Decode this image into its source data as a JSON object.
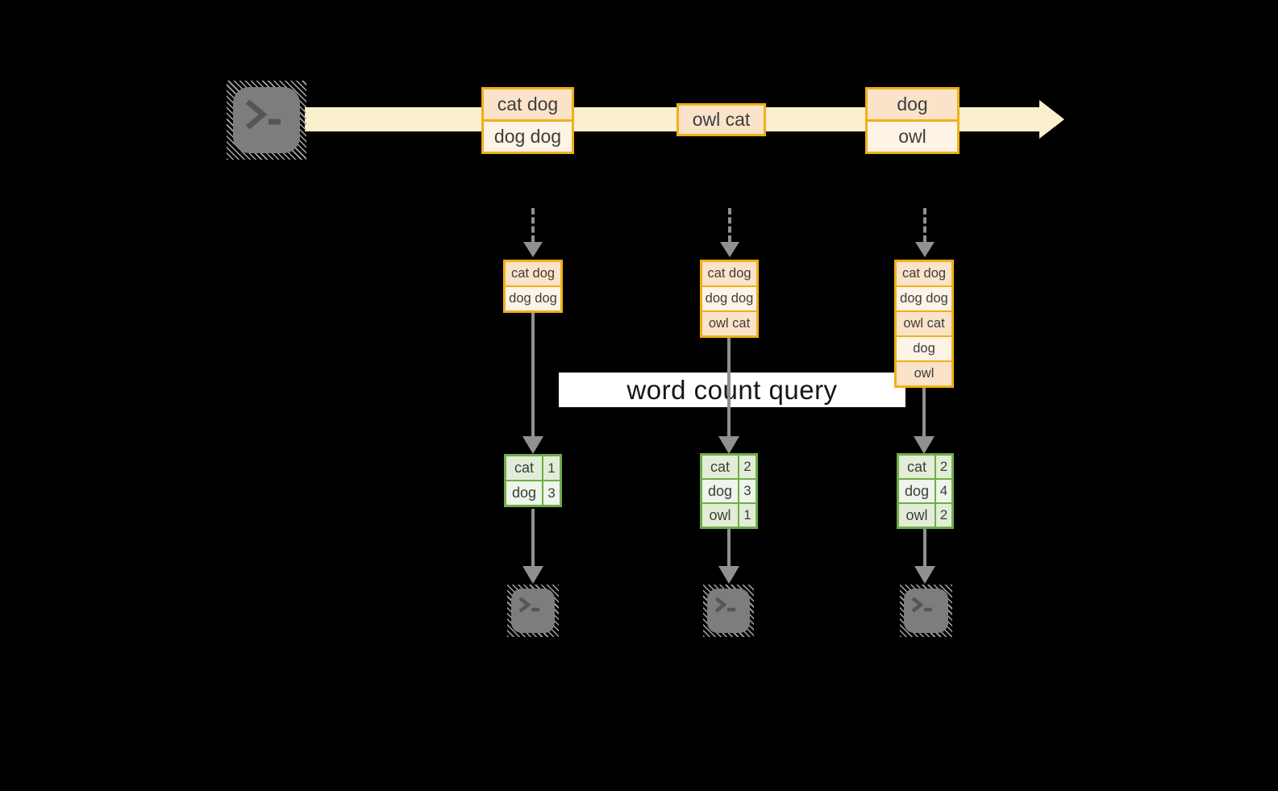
{
  "stream": {
    "events": [
      {
        "lines": [
          "cat dog",
          "dog dog"
        ]
      },
      {
        "lines": [
          "owl cat"
        ]
      },
      {
        "lines": [
          "dog",
          "owl"
        ]
      }
    ]
  },
  "query": {
    "label": "word count query"
  },
  "columns": [
    {
      "buffer": [
        "cat dog",
        "dog dog"
      ],
      "counts": [
        {
          "word": "cat",
          "count": "1"
        },
        {
          "word": "dog",
          "count": "3"
        }
      ]
    },
    {
      "buffer": [
        "cat dog",
        "dog dog",
        "owl cat"
      ],
      "counts": [
        {
          "word": "cat",
          "count": "2"
        },
        {
          "word": "dog",
          "count": "3"
        },
        {
          "word": "owl",
          "count": "1"
        }
      ]
    },
    {
      "buffer": [
        "cat dog",
        "dog dog",
        "owl cat",
        "dog",
        "owl"
      ],
      "counts": [
        {
          "word": "cat",
          "count": "2"
        },
        {
          "word": "dog",
          "count": "4"
        },
        {
          "word": "owl",
          "count": "2"
        }
      ]
    }
  ],
  "icons": {
    "source": "terminal-icon",
    "outputs": [
      "terminal-icon",
      "terminal-icon",
      "terminal-icon"
    ]
  },
  "theme": {
    "background": "#000000",
    "stream_fill": "#FAF0CE",
    "box_border": "#F0B018",
    "box_fill_dark": "#FAE3C9",
    "box_fill_light": "#FDF3E6",
    "table_border": "#70AD47",
    "table_fill_dark": "#E2EDD8",
    "table_fill_light": "#EEF5EA",
    "arrow_gray": "#909090",
    "terminal_fill": "#7D7D7D",
    "text_color": "#3D3D3D",
    "banner_bg": "#FFFFFF",
    "banner_text": "#151515"
  }
}
